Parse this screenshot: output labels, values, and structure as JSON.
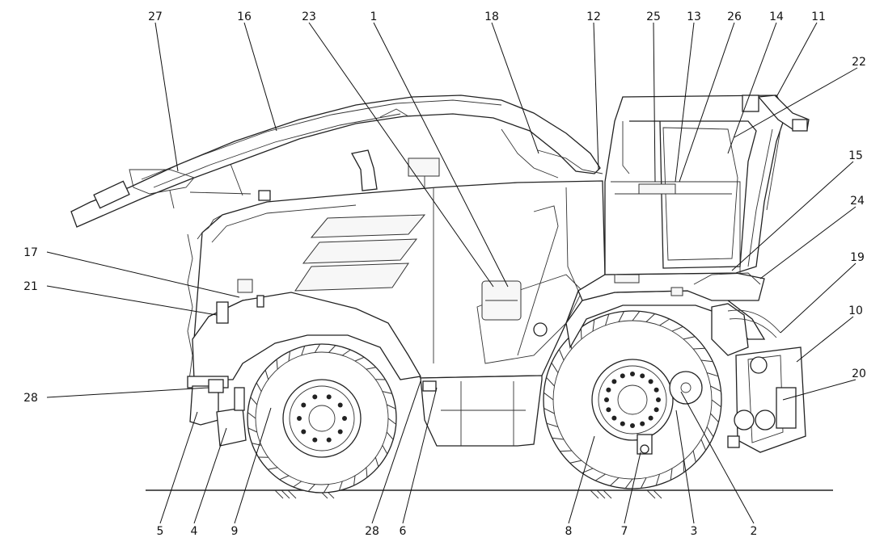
{
  "labels": [
    "27",
    "16",
    "23",
    "1",
    "18",
    "12",
    "25",
    "13",
    "26",
    "14",
    "11",
    "22",
    "15",
    "24",
    "19",
    "10",
    "20",
    "17",
    "21",
    "28",
    "5",
    "4",
    "9",
    "28",
    "6",
    "8",
    "7",
    "3",
    "2"
  ],
  "colors": {
    "line": "#222222",
    "background": "#ffffff",
    "panel": "#e9e9e9"
  }
}
